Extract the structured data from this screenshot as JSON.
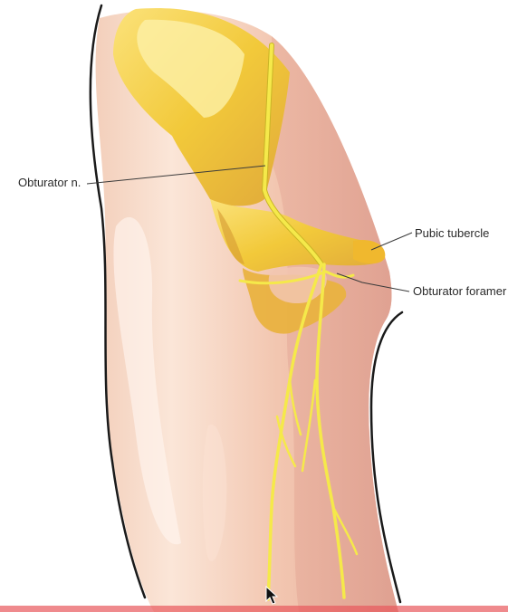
{
  "labels": {
    "obturator_nerve": "Obturator n.",
    "pubic_tubercle": "Pubic tubercle",
    "obturator_foramen": "Obturator foramer"
  },
  "colors": {
    "thigh_light": "#f9dccb",
    "thigh_mid": "#f1c3ac",
    "thigh_shadow": "#e3a494",
    "bone": "#f3cd3c",
    "bone_light": "#fbe58a",
    "bone_shadow": "#d9a93a",
    "nerve": "#f5e94a",
    "cursor_bar": "#e8595c"
  },
  "icons": {
    "cursor": "mouse-pointer-icon"
  }
}
